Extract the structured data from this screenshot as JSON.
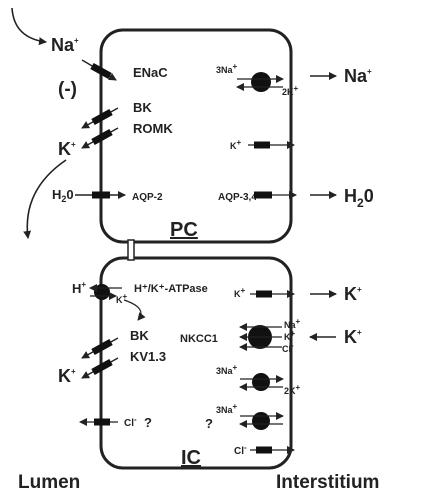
{
  "cells": {
    "pc": {
      "label": "PC"
    },
    "ic": {
      "label": "IC"
    }
  },
  "regions": {
    "lumen": "Lumen",
    "interstitium": "Interstitium"
  },
  "pc_labels": {
    "enac": "ENaC",
    "bk": "BK",
    "romk": "ROMK",
    "aqp2": "AQP-2",
    "aqp34": "AQP-3,4",
    "lumen_charge": "(-)",
    "na_lumen": "Na",
    "k_lumen": "K",
    "h2o_lumen": "H",
    "h2o_lumen_sub": "2",
    "h2o_lumen_tail": "0",
    "na_inter": "Na",
    "h2o_inter": "H",
    "h2o_inter_sub": "2",
    "h2o_inter_tail": "0",
    "pump_na": "3Na",
    "pump_k": "2K",
    "k_channel": "K"
  },
  "ic_labels": {
    "h_k_atpase": "H⁺/K⁺-ATPase",
    "h_lumen": "H",
    "k_small": "K",
    "bk": "BK",
    "kv13": "KV1.3",
    "k_lumen": "K",
    "cl_lumen": "Cl",
    "cl_q": "?",
    "k_channel": "K",
    "k_inter_top": "K",
    "nkcc1": "NKCC1",
    "nkcc_na": "Na",
    "nkcc_k": "K",
    "nkcc_cl": "Cl",
    "k_inter_nkcc": "K",
    "pump_na": "3Na",
    "pump_k": "2K",
    "pump2_na": "3Na",
    "pump2_q": "?",
    "cl_inter": "Cl"
  },
  "colors": {
    "line": "#222222",
    "transporter": "#111111",
    "background": "#ffffff"
  }
}
